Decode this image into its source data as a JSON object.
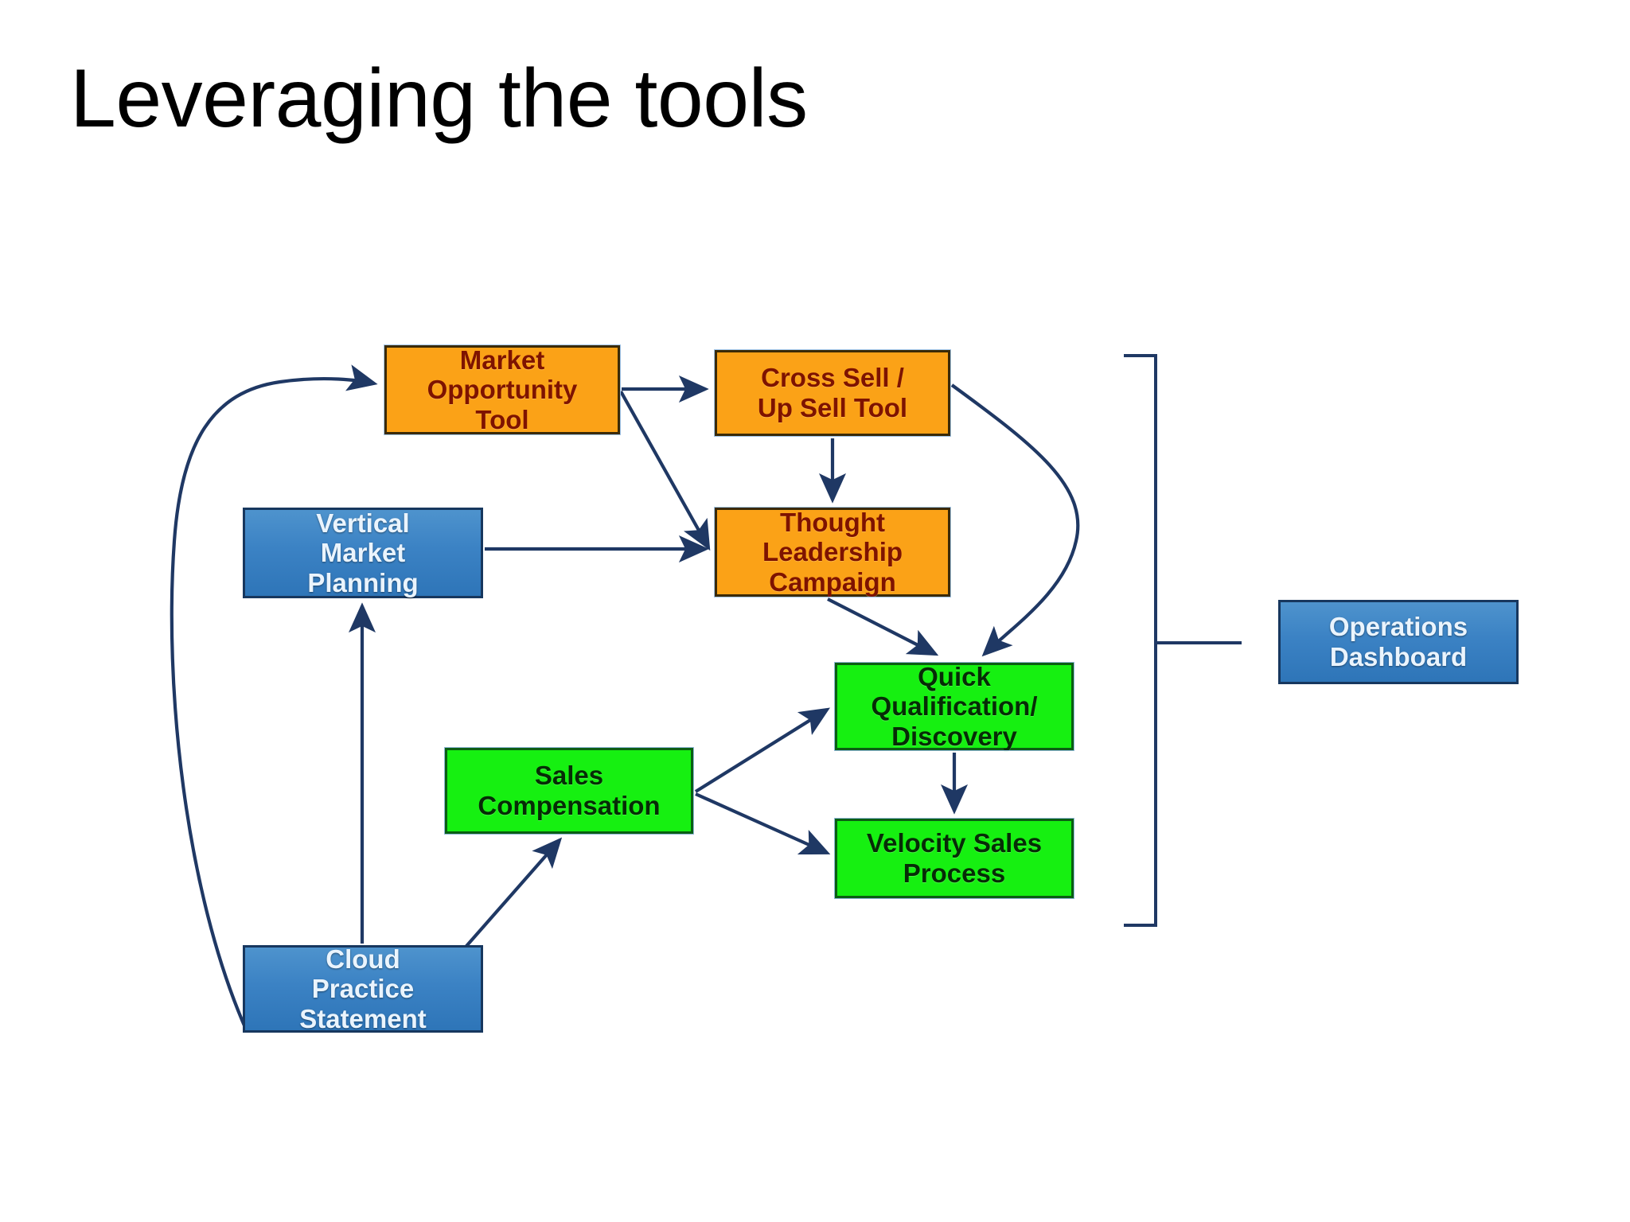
{
  "slide": {
    "title": "Leveraging the tools",
    "background_color": "#ffffff"
  },
  "palette": {
    "orange_fill": "#FBA217",
    "orange_text": "#7E1300",
    "orange_border": "#3B2A06",
    "blue_fill": "#3B82C4",
    "blue_text": "#EAF4FD",
    "blue_border": "#17375E",
    "green_fill": "#16F011",
    "green_text": "#062C06",
    "green_border": "#0B5E13",
    "connector": "#1F3864"
  },
  "diagram": {
    "type": "flow-diagram",
    "nodes": [
      {
        "id": "market-opportunity-tool",
        "label": "Market\nOpportunity\nTool",
        "category": "orange"
      },
      {
        "id": "cross-sell-up-sell-tool",
        "label": "Cross Sell /\nUp Sell Tool",
        "category": "orange"
      },
      {
        "id": "thought-leadership",
        "label": "Thought\nLeadership\nCampaign",
        "category": "orange"
      },
      {
        "id": "vertical-market-planning",
        "label": "Vertical\nMarket\nPlanning",
        "category": "blue"
      },
      {
        "id": "quick-qualification",
        "label": "Quick\nQualification/\nDiscovery",
        "category": "green"
      },
      {
        "id": "velocity-sales-process",
        "label": "Velocity Sales\nProcess",
        "category": "green"
      },
      {
        "id": "sales-compensation",
        "label": "Sales\nCompensation",
        "category": "green"
      },
      {
        "id": "cloud-practice-statement",
        "label": "Cloud\nPractice\nStatement",
        "category": "blue"
      },
      {
        "id": "operations-dashboard",
        "label": "Operations\nDashboard",
        "category": "blue"
      }
    ],
    "edges": [
      {
        "from": "cloud-practice-statement",
        "to": "market-opportunity-tool",
        "style": "curved"
      },
      {
        "from": "cloud-practice-statement",
        "to": "vertical-market-planning",
        "style": "straight"
      },
      {
        "from": "cloud-practice-statement",
        "to": "sales-compensation",
        "style": "straight"
      },
      {
        "from": "market-opportunity-tool",
        "to": "cross-sell-up-sell-tool",
        "style": "straight"
      },
      {
        "from": "market-opportunity-tool",
        "to": "thought-leadership",
        "style": "straight"
      },
      {
        "from": "cross-sell-up-sell-tool",
        "to": "thought-leadership",
        "style": "straight"
      },
      {
        "from": "cross-sell-up-sell-tool",
        "to": "quick-qualification",
        "style": "curved"
      },
      {
        "from": "vertical-market-planning",
        "to": "thought-leadership",
        "style": "straight"
      },
      {
        "from": "thought-leadership",
        "to": "quick-qualification",
        "style": "straight"
      },
      {
        "from": "sales-compensation",
        "to": "quick-qualification",
        "style": "straight"
      },
      {
        "from": "sales-compensation",
        "to": "velocity-sales-process",
        "style": "straight"
      },
      {
        "from": "quick-qualification",
        "to": "velocity-sales-process",
        "style": "straight"
      }
    ],
    "grouping_bracket": {
      "label": "",
      "groups": [
        "cross-sell-up-sell-tool",
        "thought-leadership",
        "quick-qualification",
        "velocity-sales-process"
      ],
      "points_to": "operations-dashboard"
    }
  }
}
